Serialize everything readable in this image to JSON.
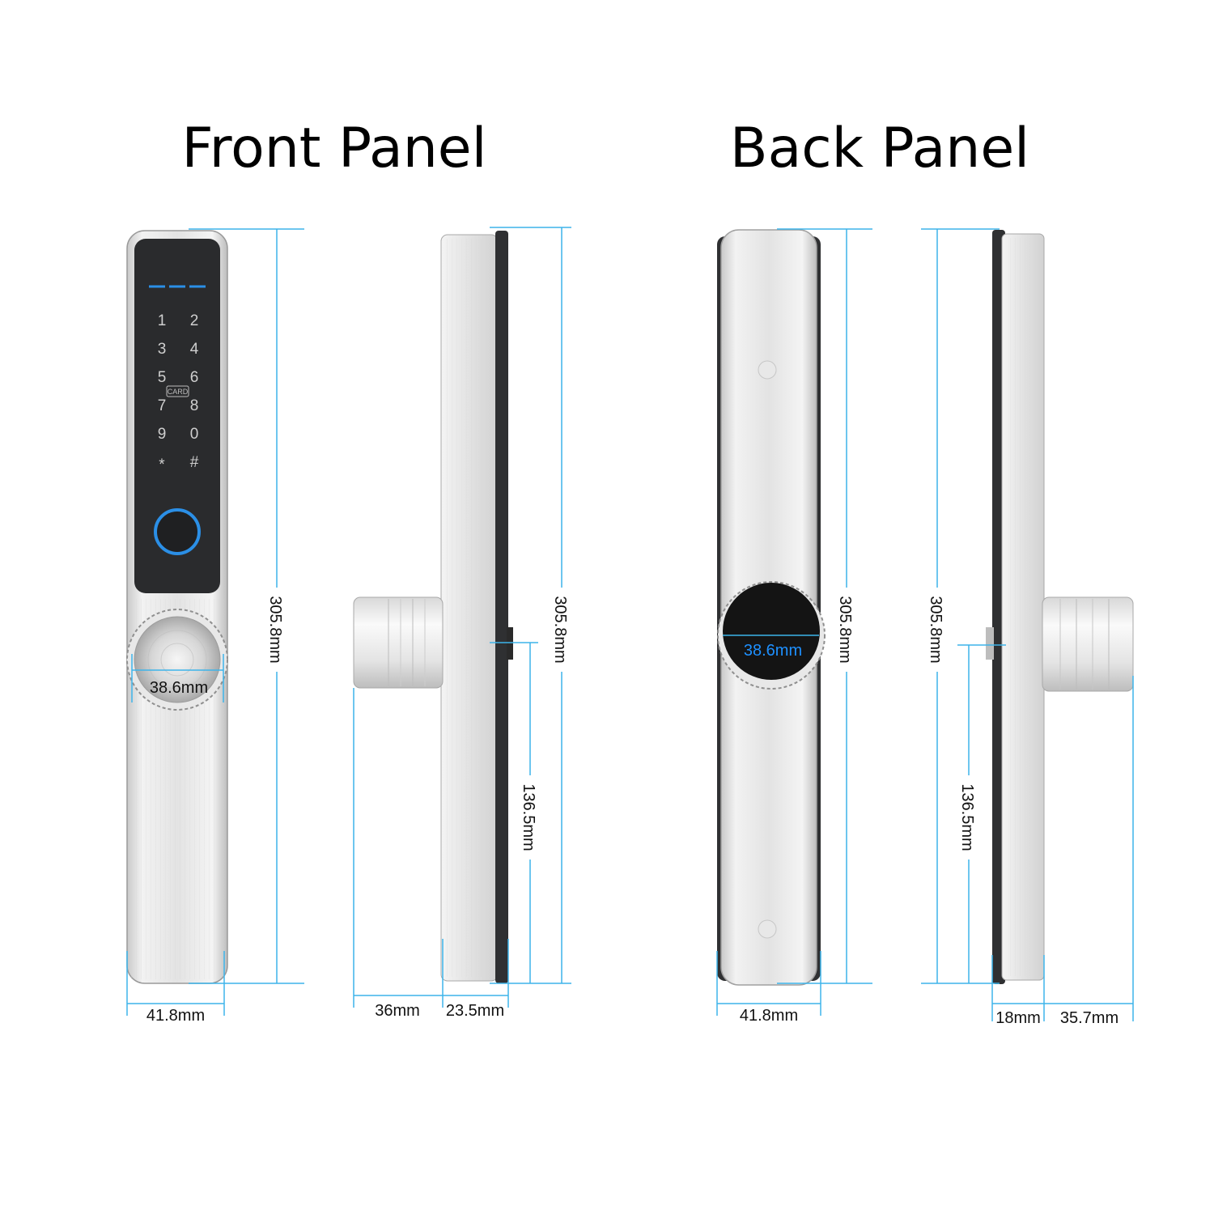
{
  "titles": {
    "front": "Front Panel",
    "back": "Back Panel"
  },
  "keypad": {
    "keys": [
      "1",
      "2",
      "3",
      "4",
      "5",
      "6",
      "7",
      "8",
      "9",
      "0",
      "*",
      "#"
    ],
    "card_label": "CARD"
  },
  "dimensions": {
    "front_height": "305.8mm",
    "front_width": "41.8mm",
    "front_knob_diameter": "38.6mm",
    "front_side_height": "305.8mm",
    "front_side_handle_offset": "136.5mm",
    "front_side_knob_depth": "36mm",
    "front_side_body_depth": "23.5mm",
    "back_height": "305.8mm",
    "back_width": "41.8mm",
    "back_knob_diameter": "38.6mm",
    "back_side_height": "305.8mm",
    "back_side_handle_offset": "136.5mm",
    "back_side_body_depth": "18mm",
    "back_side_knob_depth": "35.7mm"
  },
  "colors": {
    "dimension_line": "#3db4ea",
    "accent_blue": "#1e90ff",
    "keypad_background": "#2a2b2d",
    "metal": "#e6e6e6"
  }
}
